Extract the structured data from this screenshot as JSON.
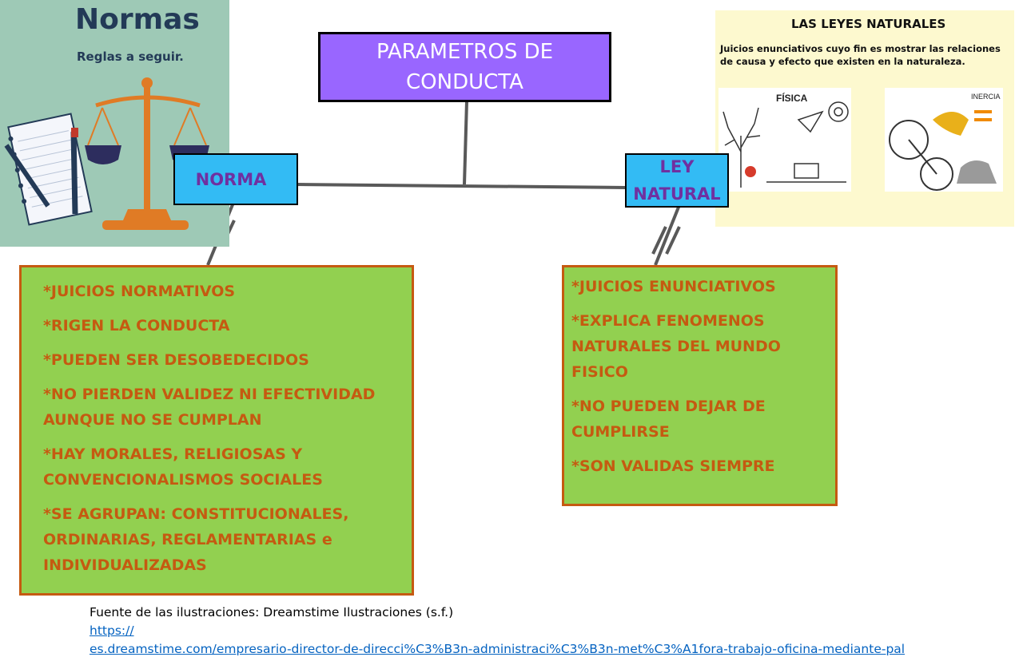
{
  "illustration_left": {
    "title": "Normas",
    "subtitle": "Reglas a seguir."
  },
  "illustration_right": {
    "title": "LAS LEYES NATURALES",
    "text": "Juicios enunciativos cuyo fin es mostrar las relaciones de causa y efecto que existen en la naturaleza.",
    "panel_label_physics": "FÍSICA",
    "panel_label_inertia": "INERCIA"
  },
  "title": "PARAMETROS DE CONDUCTA",
  "norma": {
    "label": "NORMA",
    "items": [
      "*JUICIOS NORMATIVOS",
      "*RIGEN LA CONDUCTA",
      "*PUEDEN SER DESOBEDECIDOS",
      "*NO PIERDEN VALIDEZ NI EFECTIVIDAD AUNQUE NO SE CUMPLAN",
      "*HAY MORALES, RELIGIOSAS Y CONVENCIONALISMOS SOCIALES",
      "*SE AGRUPAN: CONSTITUCIONALES, ORDINARIAS, REGLAMENTARIAS e INDIVIDUALIZADAS"
    ]
  },
  "ley": {
    "label": "LEY NATURAL",
    "items": [
      "*JUICIOS ENUNCIATIVOS",
      "*EXPLICA FENOMENOS NATURALES DEL MUNDO FISICO",
      "*NO PUEDEN DEJAR DE CUMPLIRSE",
      "*SON VALIDAS SIEMPRE"
    ]
  },
  "footer": {
    "source": "Fuente de las ilustraciones: Dreamstime  Ilustraciones (s.f.)",
    "link_line1": "https://",
    "link_line2": "es.dreamstime.com/empresario-director-de-direcci%C3%B3n-administraci%C3%B3n-met%C3%A1fora-trabajo-oficina-mediante-pal"
  },
  "colors": {
    "title_bg": "#9966ff",
    "category_bg": "#33bbf4",
    "category_text": "#7030a0",
    "content_bg": "#92d050",
    "content_text": "#c55a11"
  }
}
